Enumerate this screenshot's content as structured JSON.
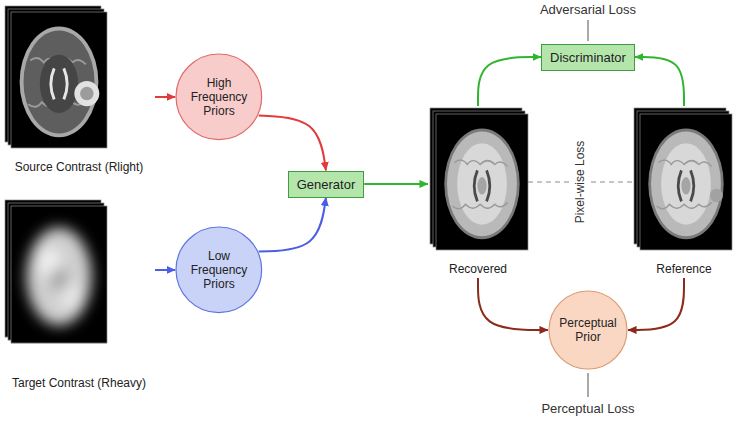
{
  "diagram": {
    "nodes": [
      {
        "text": [
          "Source Contrast (Rlight)"
        ]
      },
      {
        "text": [
          "High Frequency Priors"
        ]
      },
      {
        "text": [
          "Target Contrast (Rheavy)"
        ]
      },
      {
        "text": [
          "Low Frequency Priors"
        ]
      },
      {
        "text": [
          "Generator"
        ]
      },
      {
        "text": [
          "Discriminator"
        ]
      },
      {
        "text": [
          "Recovered"
        ]
      },
      {
        "text": [
          "Reference"
        ]
      },
      {
        "text": [
          "Perceptual Prior"
        ]
      }
    ],
    "edges": [
      {
        "from": 0,
        "to": 1,
        "arrow": "to"
      },
      {
        "from": 1,
        "to": 4,
        "arrow": "to"
      },
      {
        "from": 2,
        "to": 3,
        "arrow": "to"
      },
      {
        "from": 3,
        "to": 4,
        "arrow": "to"
      },
      {
        "from": 4,
        "to": 6,
        "arrow": "to"
      },
      {
        "from": 6,
        "to": 5,
        "arrow": "to"
      },
      {
        "from": 7,
        "to": 5,
        "arrow": "to"
      },
      {
        "from": 6,
        "to": 8,
        "arrow": "to"
      },
      {
        "from": 7,
        "to": 8,
        "arrow": "to"
      },
      {
        "from": 6,
        "to": 7,
        "label": "Pixel-wise Loss",
        "arrow": "none"
      }
    ],
    "labels": [
      "Adversarial Loss",
      "Perceptual Loss"
    ]
  }
}
